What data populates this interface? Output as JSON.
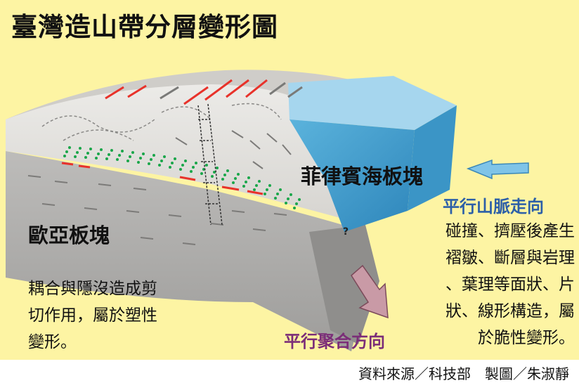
{
  "title": "臺灣造山帶分層變形圖",
  "labels": {
    "eurasian_plate": "歐亞板塊",
    "philippine_plate": "菲律賓海板塊",
    "strike_direction": "平行山脈走向",
    "convergence_direction": "平行聚合方向",
    "question_mark": "?"
  },
  "notes": {
    "left": [
      "耦合與隱沒造成剪",
      "切作用，屬於塑性",
      "變形。"
    ],
    "right": [
      "碰撞、擠壓後產生",
      "褶皺、斷層與岩理",
      "、葉理等面狀、片",
      "狀、線形構造，屬",
      "於脆性變形。"
    ]
  },
  "credit": "資料來源／科技部　製圖／朱淑靜",
  "colors": {
    "background": "#fdf4a3",
    "upper_crust": "#dcdad6",
    "lower_crust": "#b4b3b1",
    "ocean_plate": "#4aa4cf",
    "ocean_top": "#9ad0ea",
    "shear_dots": "#1aa64a",
    "red_arrows": "#e8322a",
    "strike_arrow": "#7fc4e8",
    "convergence_arrow": "#c99aa6"
  }
}
